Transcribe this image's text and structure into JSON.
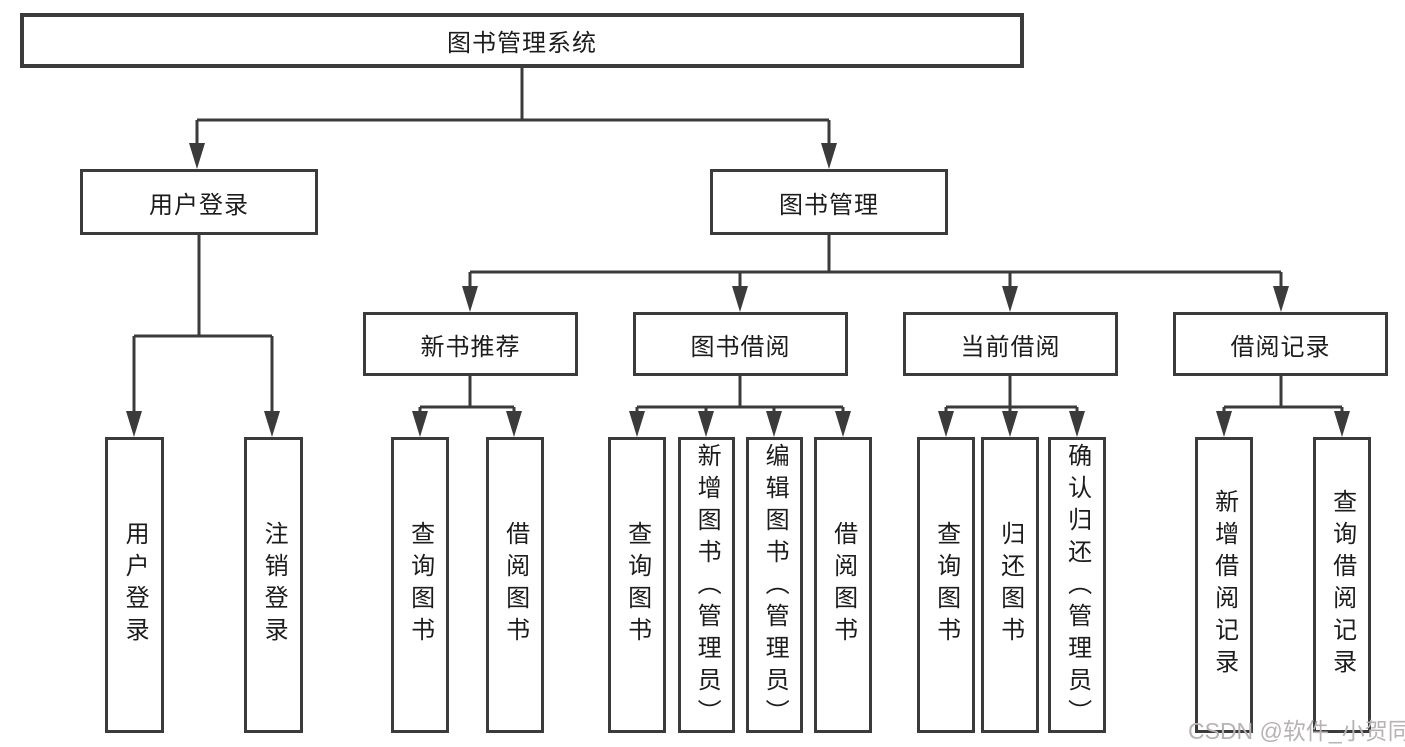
{
  "tree": {
    "label": "图书管理系统",
    "children": [
      {
        "label": "用户登录",
        "children": [
          {
            "label": "用户登录"
          },
          {
            "label": "注销登录"
          }
        ]
      },
      {
        "label": "图书管理",
        "children": [
          {
            "label": "新书推荐",
            "children": [
              {
                "label": "查询图书"
              },
              {
                "label": "借阅图书"
              }
            ]
          },
          {
            "label": "图书借阅",
            "children": [
              {
                "label": "查询图书"
              },
              {
                "label": "新增图书（管理员）"
              },
              {
                "label": "编辑图书（管理员）"
              },
              {
                "label": "借阅图书"
              }
            ]
          },
          {
            "label": "当前借阅",
            "children": [
              {
                "label": "查询图书"
              },
              {
                "label": "归还图书"
              },
              {
                "label": "确认归还（管理员）"
              }
            ]
          },
          {
            "label": "借阅记录",
            "children": [
              {
                "label": "新增借阅记录"
              },
              {
                "label": "查询借阅记录"
              }
            ]
          }
        ]
      }
    ]
  },
  "watermark": {
    "text": "CSDN @软件_小贺同学"
  },
  "colors": {
    "line": "#3b3b3b",
    "text": "#1c1c1c",
    "watermark": "#b7b3b3"
  }
}
